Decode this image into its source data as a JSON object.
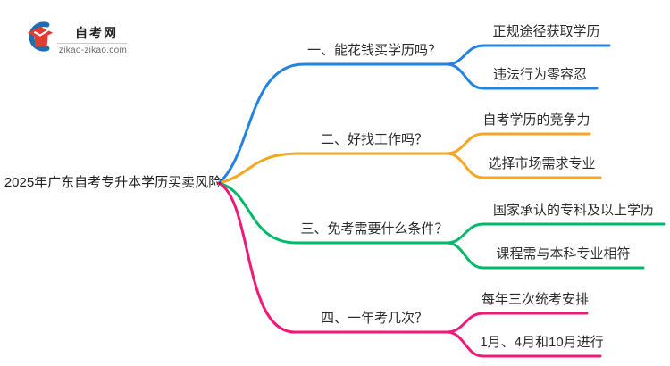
{
  "logo": {
    "site_name": "自考网",
    "site_url": "zikao-zikao.com",
    "cap_color": "#e03c31",
    "crescent_color": "#1d6fb0"
  },
  "mindmap": {
    "root": "2025年广东自考专升本学历买卖风险",
    "branches": [
      {
        "label": "一、能花钱买学历吗？",
        "color": "#2383e2",
        "children": [
          "正规途径获取学历",
          "违法行为零容忍"
        ]
      },
      {
        "label": "二、好找工作吗？",
        "color": "#f5a623",
        "children": [
          "自考学历的竞争力",
          "选择市场需求专业"
        ]
      },
      {
        "label": "三、免考需要什么条件？",
        "color": "#00b96b",
        "children": [
          "国家承认的专科及以上学历",
          "课程需与本科专业相符"
        ]
      },
      {
        "label": "四、一年考几次？",
        "color": "#f01879",
        "children": [
          "每年三次统考安排",
          "1月、4月和10月进行"
        ]
      }
    ]
  }
}
